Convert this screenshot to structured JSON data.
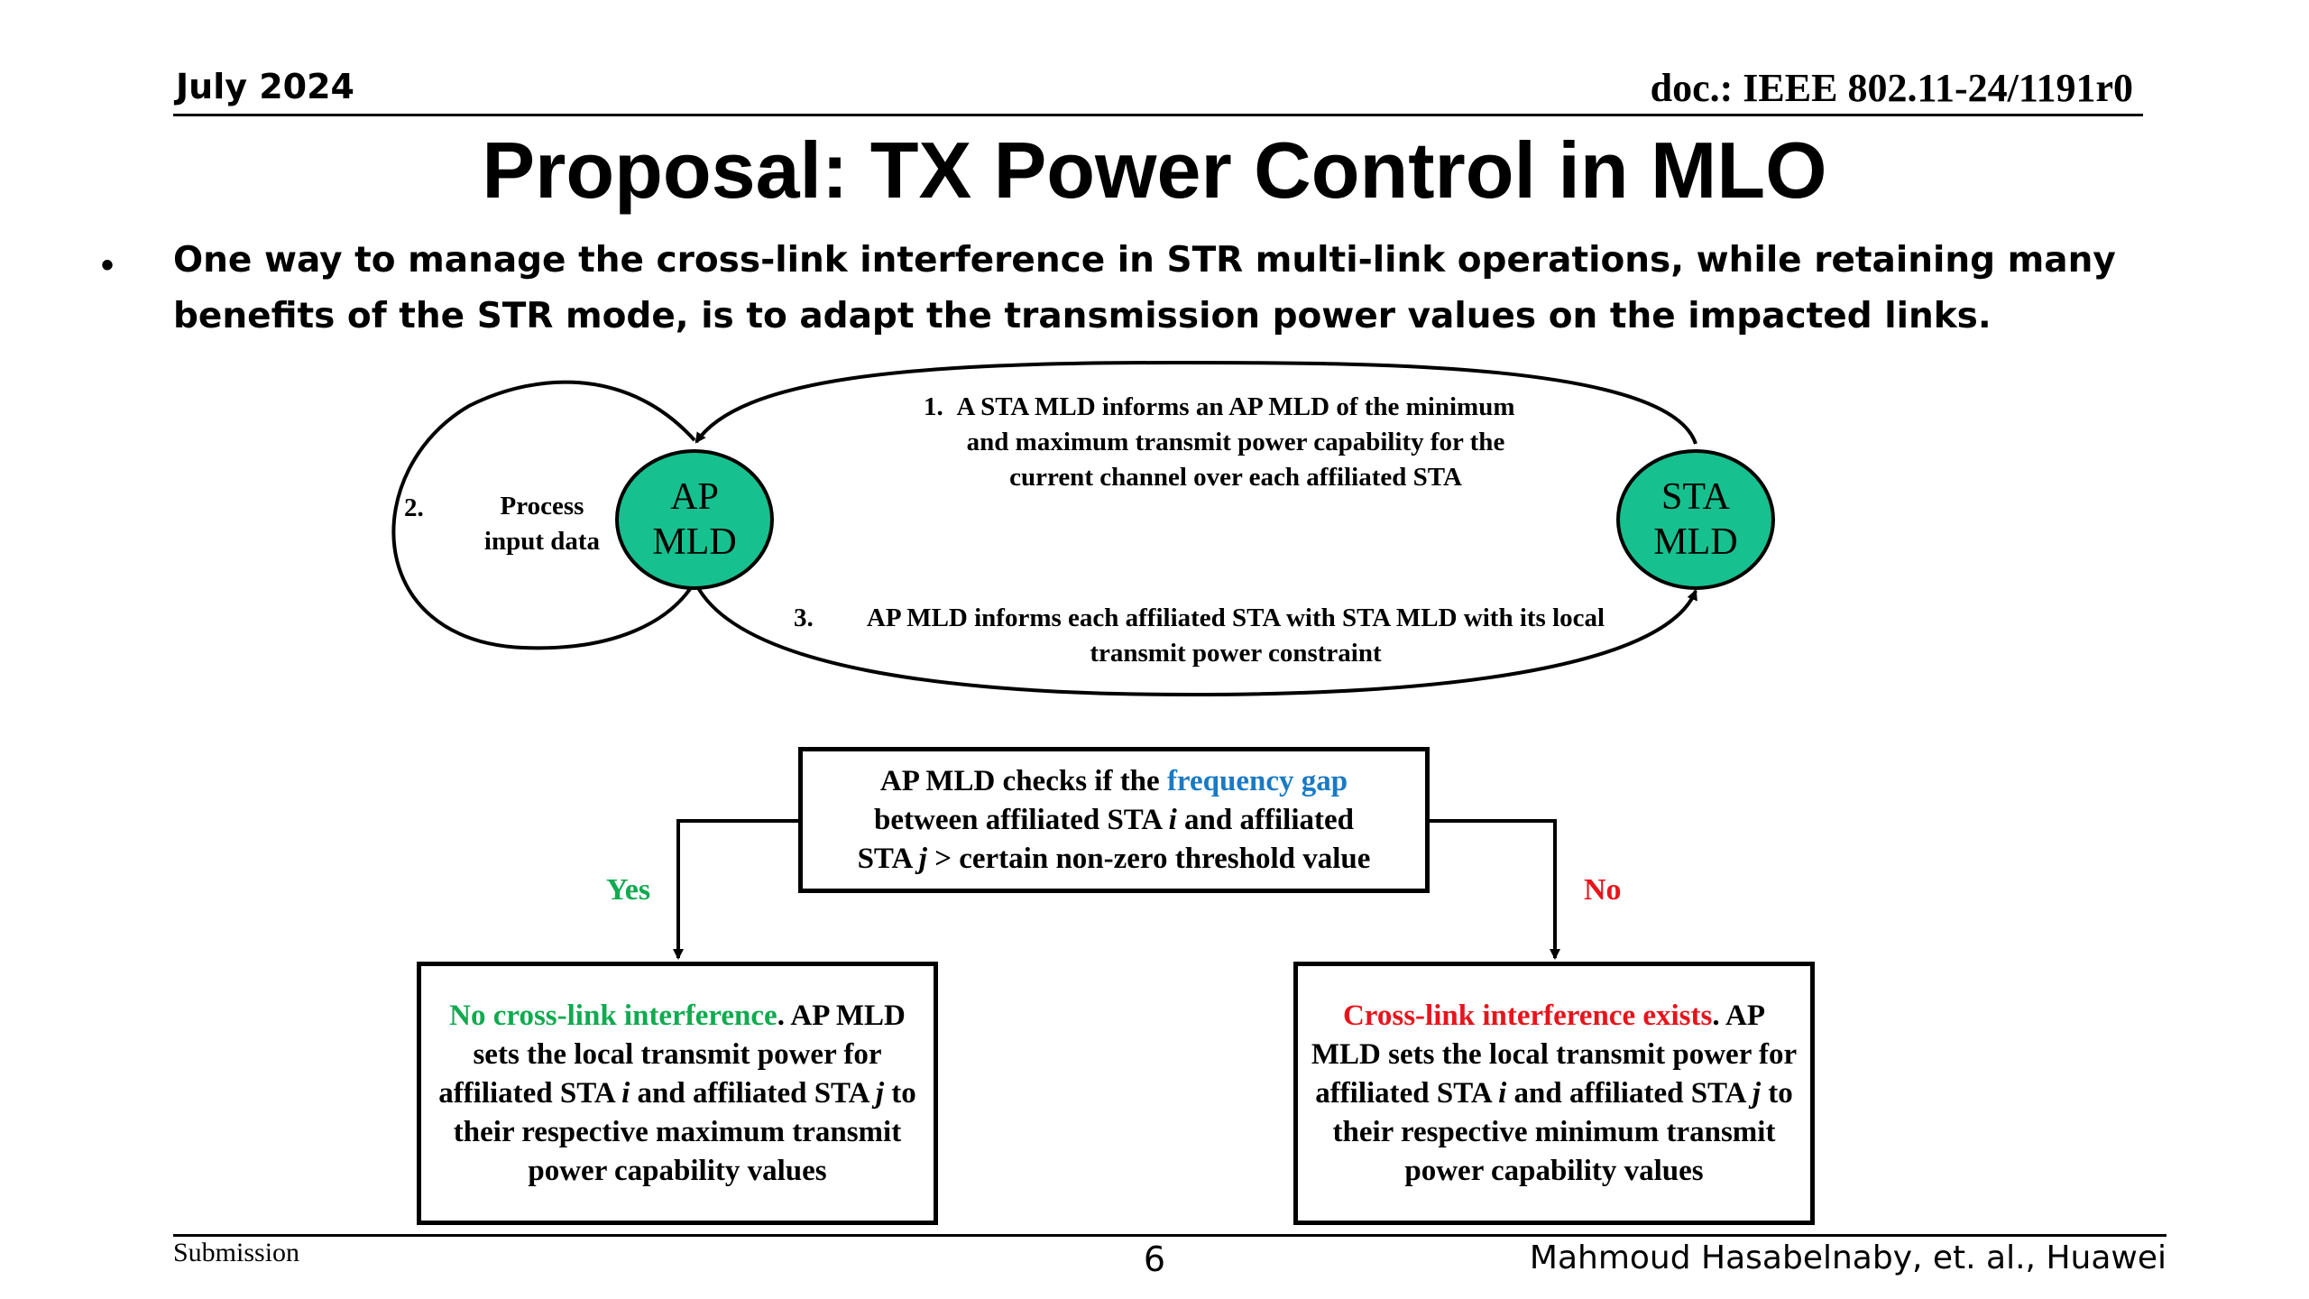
{
  "header": {
    "date": "July 2024",
    "doc_id": "doc.: IEEE 802.11-24/1191r0"
  },
  "title": "Proposal: TX Power Control in MLO",
  "bullet": "One way to manage the cross-link interference in STR multi-link operations, while retaining many benefits of the STR mode, is to adapt the transmission power values on the impacted links.",
  "diagram": {
    "nodes": {
      "ap": {
        "line1": "AP",
        "line2": "MLD"
      },
      "sta": {
        "line1": "STA",
        "line2": "MLD"
      }
    },
    "steps": {
      "step1_number": "1.",
      "step1_text": "A STA MLD informs an AP MLD of the minimum and maximum transmit power capability for the current channel over each affiliated STA",
      "step2_number": "2.",
      "step2_text": "Process input data",
      "step3_number": "3.",
      "step3_text": "AP MLD informs each affiliated STA with STA MLD with its local transmit power constraint"
    },
    "node_color": "#17c08f"
  },
  "flow": {
    "decision": {
      "pre": "AP MLD checks if the ",
      "highlight": "frequency gap",
      "line2_pre": "between affiliated STA ",
      "i": "i",
      "line2_post": " and affiliated",
      "line3_pre": "STA ",
      "j": "j",
      "line3_post": " > certain non-zero threshold value"
    },
    "yes_label": "Yes",
    "no_label": "No",
    "left": {
      "highlight": "No cross-link interference",
      "text1": ". AP MLD sets the local transmit power for affiliated STA ",
      "i": "i",
      "text2": " and affiliated STA ",
      "j": "j",
      "text3": " to their respective maximum transmit power capability values"
    },
    "right": {
      "highlight": "Cross-link interference exists",
      "text1": ". AP MLD sets the local transmit power for affiliated STA ",
      "i": "i",
      "text2": " and affiliated STA ",
      "j": "j",
      "text3": " to their respective minimum transmit power capability values"
    },
    "colors": {
      "blue": "#1a7ac4",
      "green": "#11aa50",
      "red": "#e8141c"
    }
  },
  "footer": {
    "left": "Submission",
    "page": "6",
    "author": "Mahmoud Hasabelnaby, et. al., Huawei"
  }
}
